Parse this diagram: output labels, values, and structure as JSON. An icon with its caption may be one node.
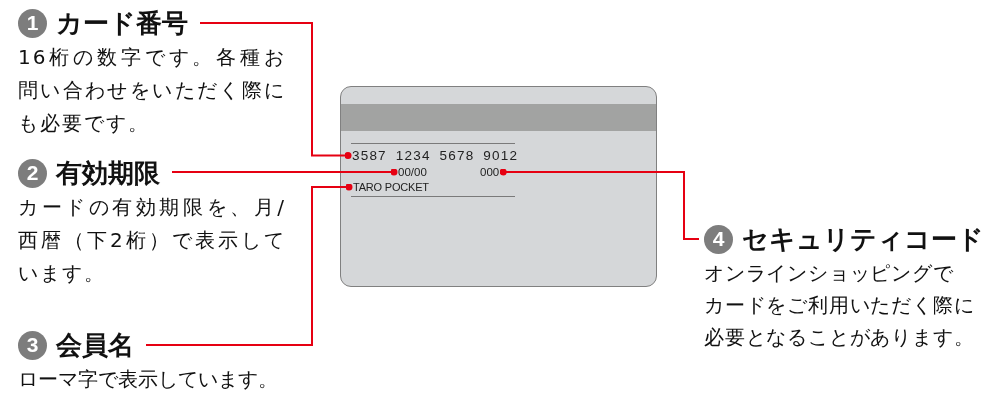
{
  "diagram": {
    "nodes": [
      {
        "text": [
          "1",
          "カード番号",
          "16桁の数字です。各種お問い合わせをいただく際にも必要です。"
        ]
      },
      {
        "text": [
          "2",
          "有効期限",
          "カードの有効期限を、月/西暦（下2桁）で表示しています。"
        ]
      },
      {
        "text": [
          "3",
          "会員名",
          "ローマ字で表示しています。"
        ]
      },
      {
        "text": [
          "4",
          "セキュリティコード",
          "オンラインショッピングでカードをご利用いただく際に必要となることがあります。"
        ]
      },
      {
        "text": [],
        "shape": "picture"
      },
      {
        "text": [
          "3587 1234 5678 9012"
        ],
        "in": 4
      },
      {
        "text": [
          "00/00"
        ],
        "in": 4
      },
      {
        "text": [
          "000"
        ],
        "in": 4
      },
      {
        "text": [
          "TARO POCKET"
        ],
        "in": 4
      }
    ],
    "edges": [
      {
        "from": 0,
        "to": 5,
        "arrow": "other"
      },
      {
        "from": 1,
        "to": 6,
        "arrow": "other"
      },
      {
        "from": 2,
        "to": 8,
        "arrow": "other"
      },
      {
        "from": 3,
        "to": 7,
        "arrow": "other"
      }
    ]
  }
}
